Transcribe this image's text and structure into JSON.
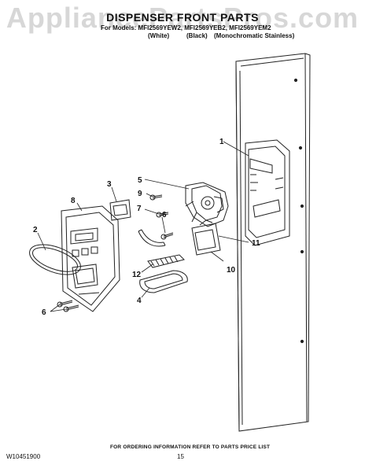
{
  "watermark": "AppliancePartsPros.com",
  "header": {
    "title": "DISPENSER FRONT PARTS",
    "models": "For Models: MFI2569YEW2, MFI2569YEB2, MFI2569YEM2",
    "variants": [
      "(White)",
      "(Black)",
      "(Monochromatic Stainless)"
    ]
  },
  "callouts": [
    "1",
    "2",
    "3",
    "4",
    "5",
    "6",
    "6",
    "7",
    "8",
    "9",
    "10",
    "11",
    "12"
  ],
  "footer": {
    "note": "FOR ORDERING INFORMATION REFER TO PARTS PRICE LIST",
    "doc_number": "W10451900",
    "page_number": "15"
  },
  "colors": {
    "ink": "#111111",
    "watermark": "#969696"
  }
}
